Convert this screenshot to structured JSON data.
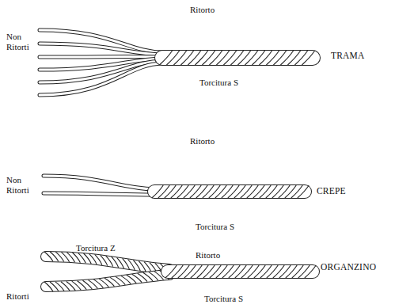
{
  "diagram": {
    "labels": [
      "Non Ritorti",
      "Ritorto",
      "TRAMA",
      "Torcitura S",
      "Ritorto",
      "Non Ritorti",
      "CREPE",
      "Torcitura S",
      "Torcitura Z",
      "Ritorto",
      "ORGANZINO",
      "Ritorti",
      "Torcitura S"
    ]
  }
}
